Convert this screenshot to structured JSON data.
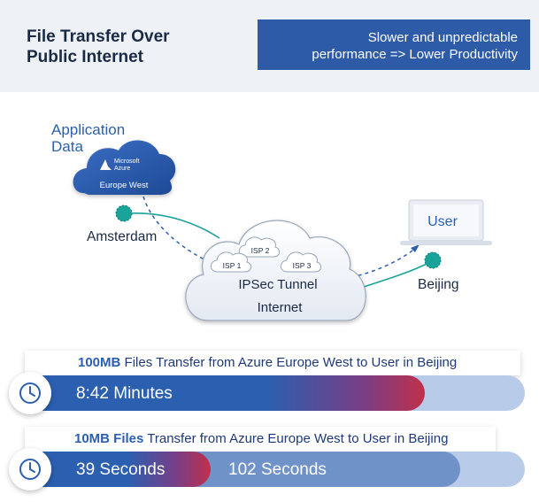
{
  "header": {
    "title": "File Transfer Over\nPublic Internet",
    "banner": "Slower and unpredictable\nperformance => Lower Productivity"
  },
  "diagram": {
    "app_label": "Application\nData",
    "azure_brand": "Microsoft\nAzure",
    "azure_region": "Europe West",
    "source_city": "Amsterdam",
    "isp1": "ISP 1",
    "isp2": "ISP 2",
    "isp3": "ISP 3",
    "tunnel": "IPSec Tunnel",
    "internet": "Internet",
    "user": "User",
    "dest_city": "Beijing",
    "colors": {
      "teal": "#1aa39a",
      "blue": "#2b5fb0",
      "red": "#c0304a"
    }
  },
  "transfers": [
    {
      "size": "100MB",
      "rest": " Files Transfer from Azure Europe West to User in Beijing",
      "label": "8:42 Minutes",
      "fraction": 0.8
    },
    {
      "size": "10MB",
      "size_rest": " Files",
      "rest": " Transfer from Azure Europe West to User in Beijing",
      "label": "39 Seconds",
      "label2": "102 Seconds",
      "fraction": 0.37,
      "fraction2": 0.87
    }
  ]
}
